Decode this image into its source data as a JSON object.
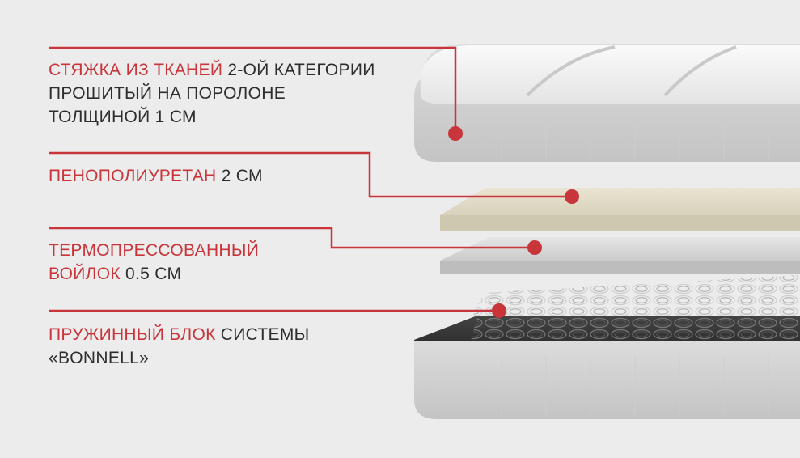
{
  "colors": {
    "accent": "#c8353a",
    "text": "#2d2d2d",
    "background": "#ececec"
  },
  "layers": [
    {
      "id": "cover",
      "lines": [
        {
          "accent": "СТЯЖКА ИЗ ТКАНЕЙ",
          "text": " 2-ОЙ КАТЕГОРИИ"
        },
        {
          "accent": "",
          "text": "ПРОШИТЫЙ НА ПОРОЛОНЕ"
        },
        {
          "accent": "",
          "text": "ТОЛЩИНОЙ 1 СМ"
        }
      ]
    },
    {
      "id": "foam",
      "lines": [
        {
          "accent": "ПЕНОПОЛИУРЕТАН",
          "text": " 2 СМ"
        }
      ]
    },
    {
      "id": "felt",
      "lines": [
        {
          "accent": "ТЕРМОПРЕССОВАННЫЙ",
          "text": ""
        },
        {
          "accent": "ВОЙЛОК",
          "text": " 0.5 СМ"
        }
      ]
    },
    {
      "id": "springs",
      "lines": [
        {
          "accent": "ПРУЖИННЫЙ БЛОК",
          "text": " СИСТЕМЫ"
        },
        {
          "accent": "",
          "text": "«BONNELL»"
        }
      ]
    }
  ]
}
